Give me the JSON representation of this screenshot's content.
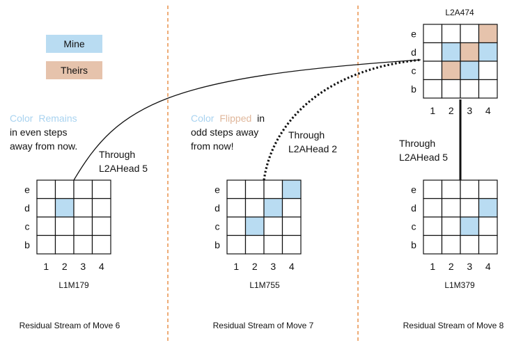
{
  "legend": {
    "mine_label": "Mine",
    "theirs_label": "Theirs"
  },
  "colors": {
    "mine": "#B9DCF2",
    "theirs": "#E6C3AC",
    "divider": "#E8914A",
    "grid": "#111111"
  },
  "grids": {
    "row_labels": [
      "e",
      "d",
      "c",
      "b"
    ],
    "col_labels": [
      "1",
      "2",
      "3",
      "4"
    ],
    "top": {
      "label": "L2A474",
      "mine_cells": [
        [
          "d",
          "2"
        ],
        [
          "d",
          "4"
        ],
        [
          "c",
          "3"
        ]
      ],
      "theirs_cells": [
        [
          "e",
          "4"
        ],
        [
          "d",
          "3"
        ],
        [
          "c",
          "2"
        ]
      ]
    },
    "move6": {
      "label": "L1M179",
      "mine_cells": [
        [
          "d",
          "2"
        ]
      ],
      "theirs_cells": []
    },
    "move7": {
      "label": "L1M755",
      "mine_cells": [
        [
          "e",
          "4"
        ],
        [
          "d",
          "3"
        ],
        [
          "c",
          "2"
        ]
      ],
      "theirs_cells": []
    },
    "move8": {
      "label": "L1M379",
      "mine_cells": [
        [
          "d",
          "4"
        ],
        [
          "c",
          "3"
        ]
      ],
      "theirs_cells": []
    }
  },
  "annotations": {
    "remains": {
      "word1": "Color",
      "word2": "Remains",
      "line2": "in even steps",
      "line3": "away from now."
    },
    "flipped": {
      "word1": "Color",
      "word2": "Flipped",
      "word3": "in",
      "line2": "odd steps away",
      "line3": "from now!"
    },
    "through6": {
      "line1": "Through",
      "line2": "L2AHead 5"
    },
    "through7": {
      "line1": "Through",
      "line2": "L2AHead 2"
    },
    "through8": {
      "line1": "Through",
      "line2": "L2AHead 5"
    }
  },
  "columns": {
    "move6": "Residual Stream of Move 6",
    "move7": "Residual Stream of Move 7",
    "move8": "Residual Stream of Move 8"
  }
}
